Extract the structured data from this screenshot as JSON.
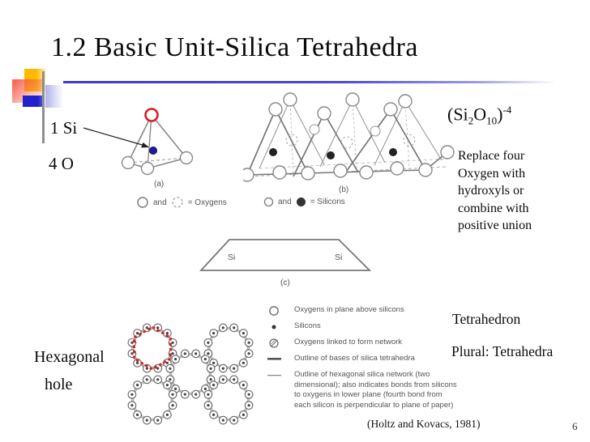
{
  "slide": {
    "title": "1.2 Basic Unit-Silica Tetrahedra",
    "page_number": "6"
  },
  "annotations": {
    "si_count": "1 Si",
    "o_count": "4 O",
    "hexagonal_hole": {
      "line1": "Hexagonal",
      "line2": "hole"
    },
    "formula": {
      "open": "(Si",
      "sub_si": "2",
      "o": "O",
      "sub_o": "10",
      "close": ")",
      "sup": "-4"
    },
    "replace_note_lines": [
      "Replace four",
      "Oxygen with",
      "hydroxyls or",
      "combine with",
      "positive union"
    ],
    "tetrahedron": "Tetrahedron",
    "plural": "Plural: Tetrahedra"
  },
  "figure": {
    "label_a": "(a)",
    "label_b": "(b)",
    "label_c": "(c)",
    "trapezoid": {
      "si_left": "Si",
      "si_right": "Si"
    },
    "symbol_key_oxygens": {
      "and": "and",
      "equals": "= Oxygens"
    },
    "symbol_key_silicons": {
      "and": "and",
      "equals": "= Silicons"
    },
    "legend": [
      {
        "symbol": "open-circle",
        "text": "Oxygens in plane above silicons"
      },
      {
        "symbol": "filled-dot",
        "text": "Silicons"
      },
      {
        "symbol": "hatched-circle",
        "text": "Oxygens linked to form network"
      },
      {
        "symbol": "thick-line",
        "text": "Outline of bases of silica tetrahedra"
      },
      {
        "symbol": "thin-line",
        "text": "Outline of hexagonal silica network (two dimensional); also indicates bonds from silicons to oxygens in lower plane (fourth bond from each silicon is perpendicular to plane of paper)"
      }
    ],
    "citation": "(Holtz and Kovacs, 1981)"
  },
  "colors": {
    "accent_line": "#3b3bc8",
    "highlight_red": "#dd2222",
    "silicon_blue": "#1a1aad",
    "deco_yellow": "#fdb800",
    "deco_blue": "#2222cc"
  }
}
